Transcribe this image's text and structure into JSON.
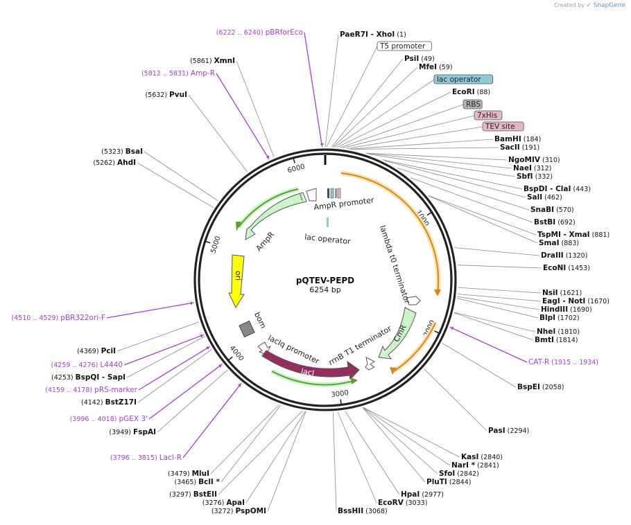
{
  "credit": {
    "prefix": "Created by",
    "brand": "SnapGene"
  },
  "plasmid": {
    "name": "pQTEV-PEPD",
    "length_label": "6254 bp",
    "total_bp": 6254
  },
  "colors": {
    "site_line": "#888888",
    "primer": "#a63cd6",
    "backbone": "#222222",
    "ampr": "#c9f5c9",
    "orf_green": "#5aa02c",
    "ori": "#ffff00",
    "laci": "#962d5f",
    "cmr": "#c9f5c9",
    "orange": "#e8a030"
  },
  "ticks": [
    {
      "bp": 1000,
      "label": "1000"
    },
    {
      "bp": 2000,
      "label": "2000"
    },
    {
      "bp": 3000,
      "label": "3000"
    },
    {
      "bp": 4000,
      "label": "4000"
    },
    {
      "bp": 5000,
      "label": "5000"
    },
    {
      "bp": 6000,
      "label": "6000"
    }
  ],
  "sites": [
    {
      "name": "PaeR7I",
      "suffix": " - XhoI",
      "pos": "(1)",
      "bp": 1
    },
    {
      "name": "T5 promoter",
      "boxed": true,
      "box": "white",
      "bp": 10
    },
    {
      "name": "PsiI",
      "pos": "(49)",
      "bp": 49
    },
    {
      "name": "MfeI",
      "pos": "(59)",
      "bp": 59
    },
    {
      "name": "lac operator",
      "boxed": true,
      "box": "teal",
      "bp": 70
    },
    {
      "name": "EcoRI",
      "pos": "(88)",
      "bp": 88
    },
    {
      "name": "RBS",
      "boxed": true,
      "box": "grey",
      "bp": 110
    },
    {
      "name": "7xHis",
      "boxed": true,
      "box": "pink",
      "bp": 130
    },
    {
      "name": "TEV site",
      "boxed": true,
      "box": "pink",
      "bp": 160
    },
    {
      "name": "BamHI",
      "pos": "(184)",
      "bp": 184
    },
    {
      "name": "SacII",
      "pos": "(191)",
      "bp": 191
    },
    {
      "name": "NgoMIV",
      "pos": "(310)",
      "bp": 310
    },
    {
      "name": "NaeI",
      "pos": "(312)",
      "bp": 312
    },
    {
      "name": "SbfI",
      "pos": "(332)",
      "bp": 332
    },
    {
      "name": "BspDI",
      "suffix": " - ClaI",
      "pos": "(443)",
      "bp": 443
    },
    {
      "name": "SalI",
      "pos": "(462)",
      "bp": 462
    },
    {
      "name": "SnaBI",
      "pos": "(570)",
      "bp": 570
    },
    {
      "name": "BstBI",
      "pos": "(692)",
      "bp": 692
    },
    {
      "name": "TspMI",
      "suffix": " - XmaI",
      "pos": "(881)",
      "bp": 881
    },
    {
      "name": "SmaI",
      "pos": "(883)",
      "bp": 883
    },
    {
      "name": "DraIII",
      "pos": "(1320)",
      "bp": 1320
    },
    {
      "name": "EcoNI",
      "pos": "(1453)",
      "bp": 1453
    },
    {
      "name": "NsiI",
      "pos": "(1621)",
      "bp": 1621
    },
    {
      "name": "EagI",
      "suffix": " - NotI",
      "pos": "(1670)",
      "bp": 1670
    },
    {
      "name": "HindIII",
      "pos": "(1690)",
      "bp": 1690
    },
    {
      "name": "BlpI",
      "pos": "(1702)",
      "bp": 1702
    },
    {
      "name": "NheI",
      "pos": "(1810)",
      "bp": 1810
    },
    {
      "name": "BmtI",
      "pos": "(1814)",
      "bp": 1814
    },
    {
      "name": "CAT-R",
      "pos": "(1915 .. 1934)",
      "primer": true,
      "bp": 1925
    },
    {
      "name": "BspEI",
      "pos": "(2058)",
      "bp": 2058
    },
    {
      "name": "PasI",
      "pos": "(2294)",
      "bp": 2294
    },
    {
      "name": "KasI",
      "pos": "(2840)",
      "bp": 2840
    },
    {
      "name": "NarI *",
      "pos": "(2841)",
      "bp": 2841
    },
    {
      "name": "SfoI",
      "pos": "(2842)",
      "bp": 2842
    },
    {
      "name": "PluTI",
      "pos": "(2844)",
      "bp": 2844
    },
    {
      "name": "HpaI",
      "pos": "(2977)",
      "bp": 2977
    },
    {
      "name": "EcoRV",
      "pos": "(3033)",
      "bp": 3033
    },
    {
      "name": "BssHII",
      "pos": "(3068)",
      "bp": 3068
    },
    {
      "name": "PspOMI",
      "pos": "(3272)",
      "bp": 3272
    },
    {
      "name": "ApaI",
      "pos": "(3276)",
      "bp": 3276
    },
    {
      "name": "BstEII",
      "pos": "(3297)",
      "bp": 3297
    },
    {
      "name": "BclI *",
      "pos": "(3465)",
      "bp": 3465
    },
    {
      "name": "MluI",
      "pos": "(3479)",
      "bp": 3479
    },
    {
      "name": "LacI-R",
      "pos": "(3796 .. 3815)",
      "primer": true,
      "bp": 3805
    },
    {
      "name": "FspAI",
      "pos": "(3949)",
      "bp": 3949
    },
    {
      "name": "pGEX 3'",
      "pos": "(3996 .. 4018)",
      "primer": true,
      "bp": 4007
    },
    {
      "name": "BstZ17I",
      "pos": "(4142)",
      "bp": 4142
    },
    {
      "name": "pRS-marker",
      "pos": "(4159 .. 4178)",
      "primer": true,
      "bp": 4168
    },
    {
      "name": "BspQI",
      "suffix": " - SapI",
      "pos": "(4253)",
      "bp": 4253
    },
    {
      "name": "L4440",
      "pos": "(4259 .. 4276)",
      "primer": true,
      "bp": 4267
    },
    {
      "name": "PciI",
      "pos": "(4369)",
      "bp": 4369
    },
    {
      "name": "pBR322ori-F",
      "pos": "(4510 .. 4529)",
      "primer": true,
      "bp": 4519
    },
    {
      "name": "AhdI",
      "pos": "(5262)",
      "bp": 5262
    },
    {
      "name": "BsaI",
      "pos": "(5323)",
      "bp": 5323
    },
    {
      "name": "PvuI",
      "pos": "(5632)",
      "bp": 5632
    },
    {
      "name": "Amp-R",
      "pos": "(5812 .. 5831)",
      "primer": true,
      "bp": 5821
    },
    {
      "name": "XmnI",
      "pos": "(5861)",
      "bp": 5861
    },
    {
      "name": "pBRforEco",
      "pos": "(6222 .. 6240)",
      "primer": true,
      "bp": 6231
    }
  ],
  "features": [
    {
      "name": "AmpR promoter"
    },
    {
      "name": "lac operator"
    },
    {
      "name": "AmpR"
    },
    {
      "name": "ori"
    },
    {
      "name": "bom"
    },
    {
      "name": "lacIq promoter"
    },
    {
      "name": "lacI"
    },
    {
      "name": "rrnB T1 terminator"
    },
    {
      "name": "CmR"
    },
    {
      "name": "lambda t0 terminator"
    }
  ]
}
